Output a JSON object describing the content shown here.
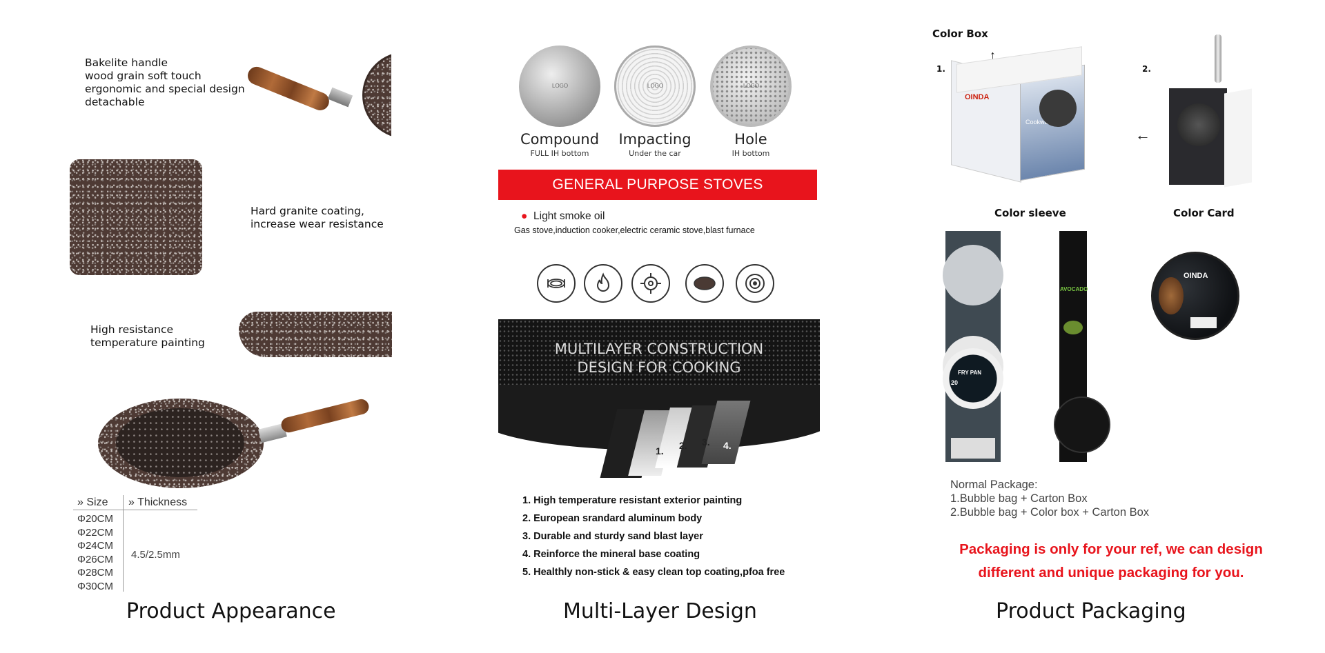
{
  "left": {
    "handle_features": [
      "Bakelite handle",
      "wood grain soft touch",
      "ergonomic and special design",
      "detachable"
    ],
    "coating_features": [
      "Hard granite coating,",
      "increase wear resistance"
    ],
    "painting_features": [
      "High resistance",
      "temperature painting"
    ],
    "table": {
      "size_header": "Size",
      "thickness_header": "Thickness",
      "sizes": [
        "Φ20CM",
        "Φ22CM",
        "Φ24CM",
        "Φ26CM",
        "Φ28CM",
        "Φ30CM"
      ],
      "thickness": "4.5/2.5mm"
    },
    "caption": "Product Appearance"
  },
  "middle": {
    "bottoms": [
      {
        "name": "Compound",
        "sub": "FULL IH bottom",
        "logo": "LOGO"
      },
      {
        "name": "Impacting",
        "sub": "Under the car",
        "logo": "LOGO"
      },
      {
        "name": "Hole",
        "sub": "IH bottom",
        "logo": "LOGO"
      }
    ],
    "banner": "GENERAL PURPOSE STOVES",
    "bullet": "Light smoke oil",
    "stove_types": "Gas stove,induction cooker,electric ceramic stove,blast furnace",
    "stove_icons": [
      "induction-coil-icon",
      "flame-icon",
      "gas-burner-icon",
      "electric-plate-icon",
      "halogen-stove-icon"
    ],
    "construction_title": [
      "MULTILAYER CONSTRUCTION",
      "DESIGN FOR COOKING"
    ],
    "layer_numbers": [
      "1.",
      "2.",
      "3.",
      "4.",
      "5."
    ],
    "layers": [
      "1. High temperature resistant exterior painting",
      "2. European srandard aluminum body",
      "3. Durable and sturdy sand blast layer",
      "4. Reinforce the mineral base coating",
      "5. Healthly non-stick & easy clean top coating,pfoa free"
    ],
    "caption": "Multi-Layer Design"
  },
  "right": {
    "color_box_label": "Color Box",
    "num1": "1.",
    "num2": "2.",
    "brand": "OINDA",
    "box_sublabel": "Cookware",
    "sleeve_label": "Color sleeve",
    "card_label": "Color Card",
    "sleeve_text": {
      "fry_pan": "FRY PAN",
      "avocado": "AVOCADO",
      "size": "20"
    },
    "package_title": "Normal Package:",
    "package_options": [
      "1.Bubble bag + Carton Box",
      "2.Bubble bag + Color box + Carton Box"
    ],
    "note": [
      "Packaging is only for your ref, we can design",
      "different and unique packaging for you."
    ],
    "caption": "Product Packaging",
    "note_color": "#e8141c"
  },
  "colors": {
    "banner_red": "#e8141c",
    "granite": "#4e3a34",
    "wood": "#a0602e"
  }
}
